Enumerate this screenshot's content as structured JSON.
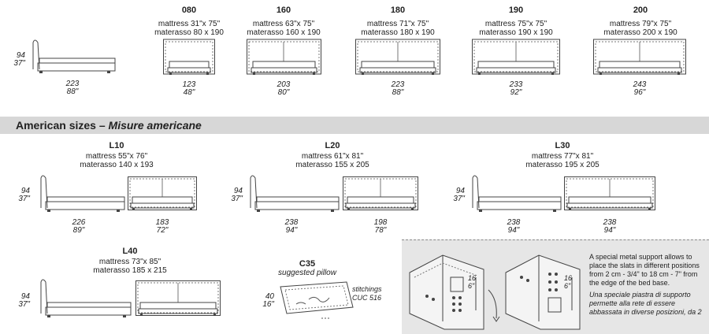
{
  "euro_sizes": [
    {
      "code": "080",
      "mattress": "mattress 31\"x 75\"",
      "materasso": "materasso 80 x 190",
      "cm": "123",
      "in": "48\""
    },
    {
      "code": "160",
      "mattress": "mattress 63\"x 75\"",
      "materasso": "materasso 160 x 190",
      "cm": "203",
      "in": "80\""
    },
    {
      "code": "180",
      "mattress": "mattress 71\"x 75\"",
      "materasso": "materasso 180 x 190",
      "cm": "223",
      "in": "88\""
    },
    {
      "code": "190",
      "mattress": "mattress 75\"x 75\"",
      "materasso": "materasso 190 x 190",
      "cm": "233",
      "in": "92\""
    },
    {
      "code": "200",
      "mattress": "mattress 79\"x 75\"",
      "materasso": "materasso 200 x 190",
      "cm": "243",
      "in": "96\""
    }
  ],
  "side_view": {
    "height_cm": "94",
    "height_in": "37\"",
    "length_cm": "223",
    "length_in": "88\""
  },
  "american_header": {
    "en": "American sizes",
    "dash": "–",
    "it": "Misure americane"
  },
  "american_sizes": [
    {
      "code": "L10",
      "mattress": "mattress 55\"x 76\"",
      "materasso": "materasso 140 x 193",
      "h_cm": "94",
      "h_in": "37\"",
      "len_cm": "226",
      "len_in": "89\"",
      "w_cm": "183",
      "w_in": "72\""
    },
    {
      "code": "L20",
      "mattress": "mattress 61\"x 81\"",
      "materasso": "materasso 155 x 205",
      "h_cm": "94",
      "h_in": "37\"",
      "len_cm": "238",
      "len_in": "94\"",
      "w_cm": "198",
      "w_in": "78\""
    },
    {
      "code": "L30",
      "mattress": "mattress 77\"x 81\"",
      "materasso": "materasso 195 x 205",
      "h_cm": "94",
      "h_in": "37\"",
      "len_cm": "238",
      "len_in": "94\"",
      "w_cm": "238",
      "w_in": "94\""
    },
    {
      "code": "L40",
      "mattress": "mattress 73\"x 85\"",
      "materasso": "materasso 185 x 215",
      "h_cm": "94",
      "h_in": "37\"",
      "len_cm": "",
      "len_in": "",
      "w_cm": "",
      "w_in": ""
    }
  ],
  "pillow": {
    "code": "C35",
    "label": "suggested pillow",
    "h_cm": "40",
    "h_in": "16\"",
    "stitch1": "stitchings",
    "stitch2": "CUC 516"
  },
  "support": {
    "dim_cm": "16",
    "dim_in": "6\"",
    "note_en": "A special metal support allows to place the slats in different positions from 2 cm - 3/4\" to 18 cm - 7\" from the edge of the bed base.",
    "note_it": "Una speciale piastra di supporto permette alla rete di essere abbassata in diverse posizioni, da 2"
  },
  "colors": {
    "band": "#d7d7d7",
    "panel": "#e6e6e6",
    "line": "#444444"
  }
}
